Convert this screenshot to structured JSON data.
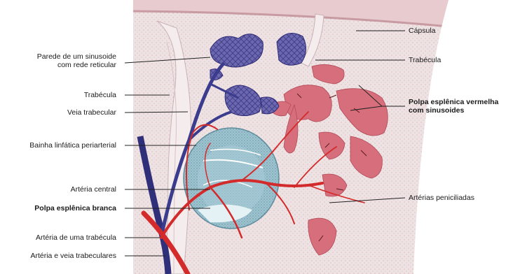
{
  "labels_left": [
    {
      "id": "parede",
      "lines": [
        "Parede de um sinusoide",
        "com rede reticular"
      ],
      "bold": false
    },
    {
      "id": "trabecula-left",
      "lines": [
        "Trabécula"
      ],
      "bold": false
    },
    {
      "id": "veia-trabecular",
      "lines": [
        "Veia trabecular"
      ],
      "bold": false
    },
    {
      "id": "bainha",
      "lines": [
        "Bainha linfática periarterial"
      ],
      "bold": false
    },
    {
      "id": "arteria-central",
      "lines": [
        "Artéria central"
      ],
      "bold": false
    },
    {
      "id": "polpa-branca",
      "lines": [
        "Polpa esplênica branca"
      ],
      "bold": true
    },
    {
      "id": "arteria-trabecula",
      "lines": [
        "Artéria de uma trabécula"
      ],
      "bold": false
    },
    {
      "id": "arteria-veia",
      "lines": [
        "Artéria e veia trabeculares"
      ],
      "bold": false
    }
  ],
  "labels_right": [
    {
      "id": "capsula",
      "lines": [
        "Cápsula"
      ],
      "bold": false
    },
    {
      "id": "trabecula-right",
      "lines": [
        "Trabécula"
      ],
      "bold": false
    },
    {
      "id": "polpa-vermelha",
      "lines": [
        "Polpa esplênica vermelha",
        "com sinusoides"
      ],
      "bold": true
    },
    {
      "id": "arterias-penic",
      "lines": [
        "Artérias peniciliadas"
      ],
      "bold": false
    }
  ],
  "colors": {
    "background": "#efe3e3",
    "capsule": "#e6c9cc",
    "vein": "#3a3a8a",
    "sinusoid": "#6f6bb3",
    "artery": "#d62828",
    "red_pulp": "#d9707a",
    "white_pulp": "#9dc3cf",
    "trabecula": "#f3eaea"
  }
}
